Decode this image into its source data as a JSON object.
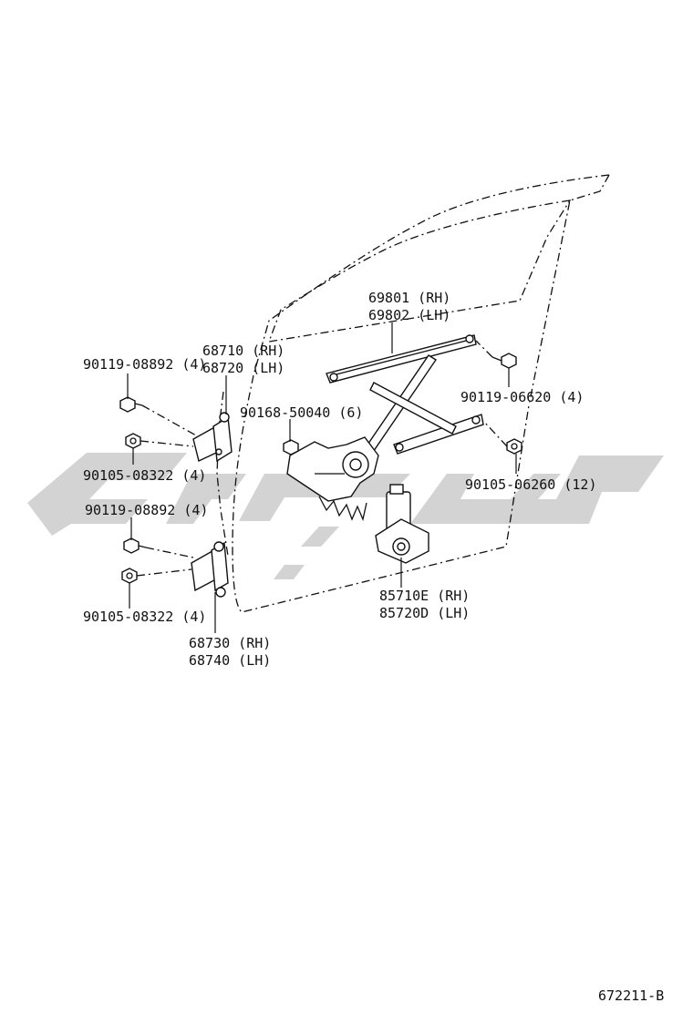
{
  "diagram_id": "672211-B",
  "callouts": {
    "regulator": [
      "69801 (RH)",
      "69802 (LH)"
    ],
    "upper_hinge": [
      "68710 (RH)",
      "68720 (LH)"
    ],
    "lower_hinge": [
      "68730 (RH)",
      "68740 (LH)"
    ],
    "motor": [
      "85710E (RH)",
      "85720D (LH)"
    ],
    "bolt_upper_hinge_top": "90119-08892 (4)",
    "bolt_upper_hinge_bottom": "90105-08322 (4)",
    "bolt_lower_hinge_top": "90119-08892 (4)",
    "bolt_lower_hinge_bottom": "90105-08322 (4)",
    "bolt_regulator_center": "90168-50040 (6)",
    "bolt_rail_upper": "90119-06620 (4)",
    "bolt_rail_lower": "90105-06260 (12)"
  },
  "icons": {
    "upper_hinge": "hinge-icon",
    "lower_hinge": "hinge-icon",
    "regulator": "window-regulator-icon",
    "motor": "power-window-motor-icon",
    "bolt": "bolt-icon"
  },
  "colors": {
    "line": "#111111",
    "watermark": "#d3d3d3",
    "background": "#ffffff"
  }
}
